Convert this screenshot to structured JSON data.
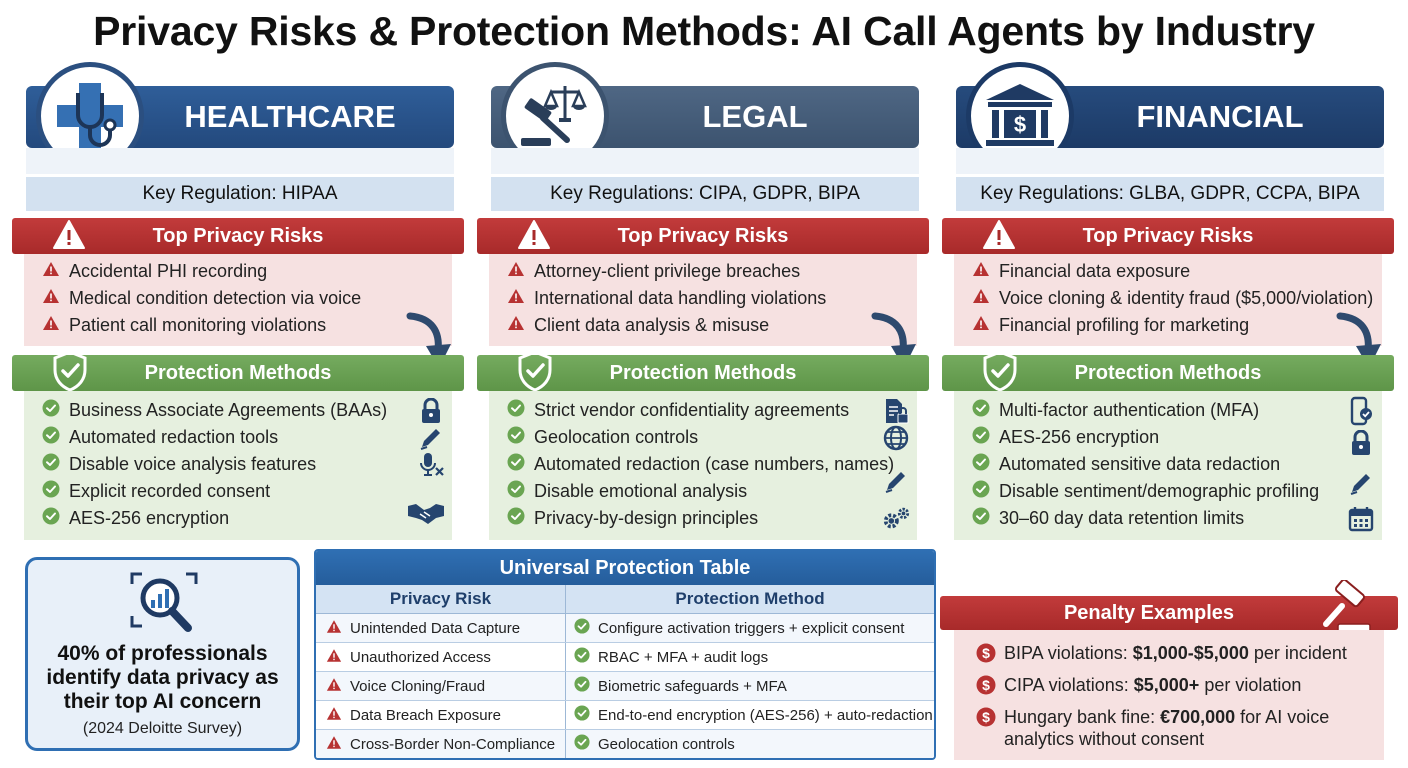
{
  "title": "Privacy Risks & Protection Methods: AI Call Agents by Industry",
  "colors": {
    "risk_red": "#a82a2a",
    "protect_green": "#5e9548",
    "navy": "#23497d",
    "table_blue": "#2f6fb3"
  },
  "industries": [
    {
      "name": "HEALTHCARE",
      "icon": "medical-cross-stethoscope-icon",
      "regulation": "Key Regulation: HIPAA",
      "risks_title": "Top Privacy Risks",
      "risks": [
        "Accidental PHI recording",
        "Medical condition detection via voice",
        "Patient call monitoring violations"
      ],
      "protection_title": "Protection Methods",
      "protections": [
        {
          "text": "Business Associate Agreements (BAAs)",
          "icon": "lock-icon"
        },
        {
          "text": "Automated redaction tools",
          "icon": "pen-icon"
        },
        {
          "text": "Disable voice analysis features",
          "icon": "mic-off-icon"
        },
        {
          "text": "Explicit recorded consent",
          "icon": "handshake-icon"
        },
        {
          "text": "AES-256 encryption",
          "icon": "handshake-icon"
        }
      ]
    },
    {
      "name": "LEGAL",
      "icon": "gavel-scales-icon",
      "regulation": "Key Regulations: CIPA, GDPR, BIPA",
      "risks_title": "Top Privacy Risks",
      "risks": [
        "Attorney-client privilege breaches",
        "International data handling violations",
        "Client data analysis & misuse"
      ],
      "protection_title": "Protection Methods",
      "protections": [
        {
          "text": "Strict vendor confidentiality agreements",
          "icon": "secure-document-icon"
        },
        {
          "text": "Geolocation controls",
          "icon": "globe-icon"
        },
        {
          "text": "Automated redaction (case numbers, names)",
          "icon": "pen-icon"
        },
        {
          "text": "Disable emotional analysis",
          "icon": "pen-icon"
        },
        {
          "text": "Privacy-by-design principles",
          "icon": "gears-icon"
        }
      ]
    },
    {
      "name": "FINANCIAL",
      "icon": "bank-icon",
      "regulation": "Key Regulations: GLBA, GDPR, CCPA, BIPA",
      "risks_title": "Top Privacy Risks",
      "risks": [
        "Financial data exposure",
        "Voice cloning & identity fraud ($5,000/violation)",
        "Financial profiling for marketing"
      ],
      "protection_title": "Protection Methods",
      "protections": [
        {
          "text": "Multi-factor authentication (MFA)",
          "icon": "phone-check-icon"
        },
        {
          "text": "AES-256 encryption",
          "icon": "lock-icon"
        },
        {
          "text": "Automated sensitive data redaction",
          "icon": "lock-icon"
        },
        {
          "text": "Disable sentiment/demographic profiling",
          "icon": "pen-icon"
        },
        {
          "text": "30–60 day data retention limits",
          "icon": "calendar-icon"
        }
      ]
    }
  ],
  "stat": {
    "icon": "magnifier-chart-icon",
    "line1": "40% of professionals",
    "line2": "identify data privacy as",
    "line3": "their top AI concern",
    "source": "(2024 Deloitte Survey)"
  },
  "universal_table": {
    "title": "Universal Protection Table",
    "headers": [
      "Privacy Risk",
      "Protection Method"
    ],
    "rows": [
      [
        "Unintended Data Capture",
        "Configure activation triggers + explicit consent"
      ],
      [
        "Unauthorized Access",
        "RBAC + MFA + audit logs"
      ],
      [
        "Voice Cloning/Fraud",
        "Biometric safeguards + MFA"
      ],
      [
        "Data Breach Exposure",
        "End-to-end encryption (AES-256) + auto-redaction"
      ],
      [
        "Cross-Border Non-Compliance",
        "Geolocation controls"
      ]
    ]
  },
  "penalties": {
    "title": "Penalty Examples",
    "icon": "gavel-icon",
    "items": [
      {
        "prefix": "BIPA violations: ",
        "amount": "$1,000-$5,000",
        "suffix": " per incident"
      },
      {
        "prefix": "CIPA violations: ",
        "amount": "$5,000+",
        "suffix": " per violation"
      },
      {
        "prefix": "Hungary bank fine: ",
        "amount": "€700,000",
        "suffix": " for AI voice analytics without consent"
      }
    ]
  }
}
